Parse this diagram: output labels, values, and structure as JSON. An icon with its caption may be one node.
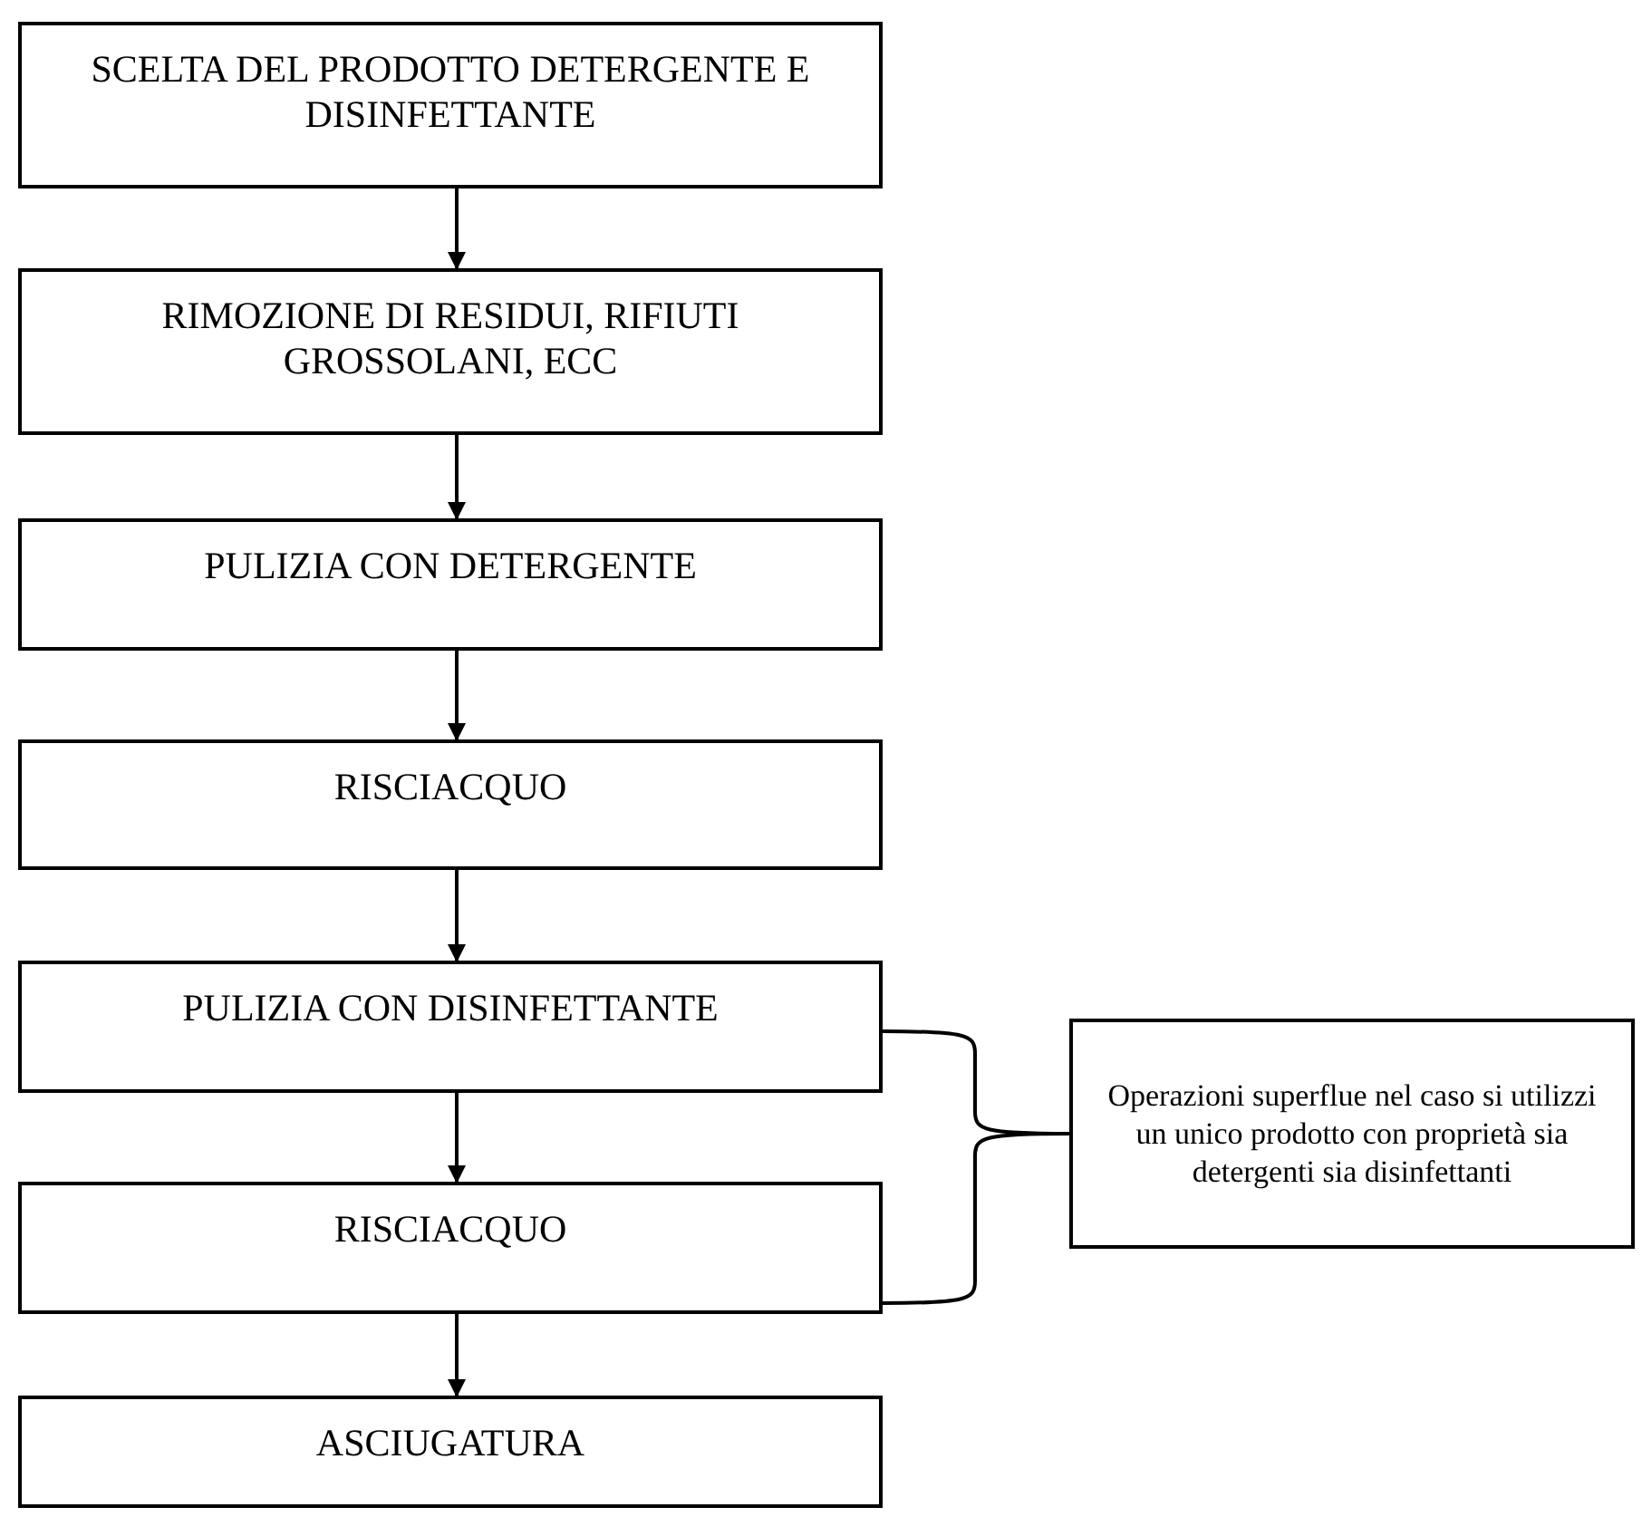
{
  "diagram": {
    "nodes": [
      {
        "text": [
          "SCELTA DEL PRODOTTO DETERGENTE E DISINFETTANTE"
        ]
      },
      {
        "text": [
          "RIMOZIONE DI RESIDUI, RIFIUTI GROSSOLANI, ECC"
        ]
      },
      {
        "text": [
          "PULIZIA CON DETERGENTE"
        ]
      },
      {
        "text": [
          "RISCIACQUO"
        ]
      },
      {
        "text": [
          "PULIZIA CON DISINFETTANTE"
        ]
      },
      {
        "text": [
          "RISCIACQUO"
        ]
      },
      {
        "text": [
          "ASCIUGATURA"
        ]
      },
      {
        "text": [
          "Operazioni superflue nel caso si utilizzi un unico prodotto con proprietà sia detergenti sia disinfettanti"
        ]
      }
    ],
    "edges": [
      {
        "from": 0,
        "to": 1,
        "arrow": "to"
      },
      {
        "from": 1,
        "to": 2,
        "arrow": "to"
      },
      {
        "from": 2,
        "to": 3,
        "arrow": "to"
      },
      {
        "from": 3,
        "to": 4,
        "arrow": "to"
      },
      {
        "from": 4,
        "to": 5,
        "arrow": "to"
      },
      {
        "from": 5,
        "to": 6,
        "arrow": "to"
      },
      {
        "from": 4,
        "to": 7,
        "arrow": "none"
      },
      {
        "from": 5,
        "to": 7,
        "arrow": "none"
      }
    ]
  }
}
